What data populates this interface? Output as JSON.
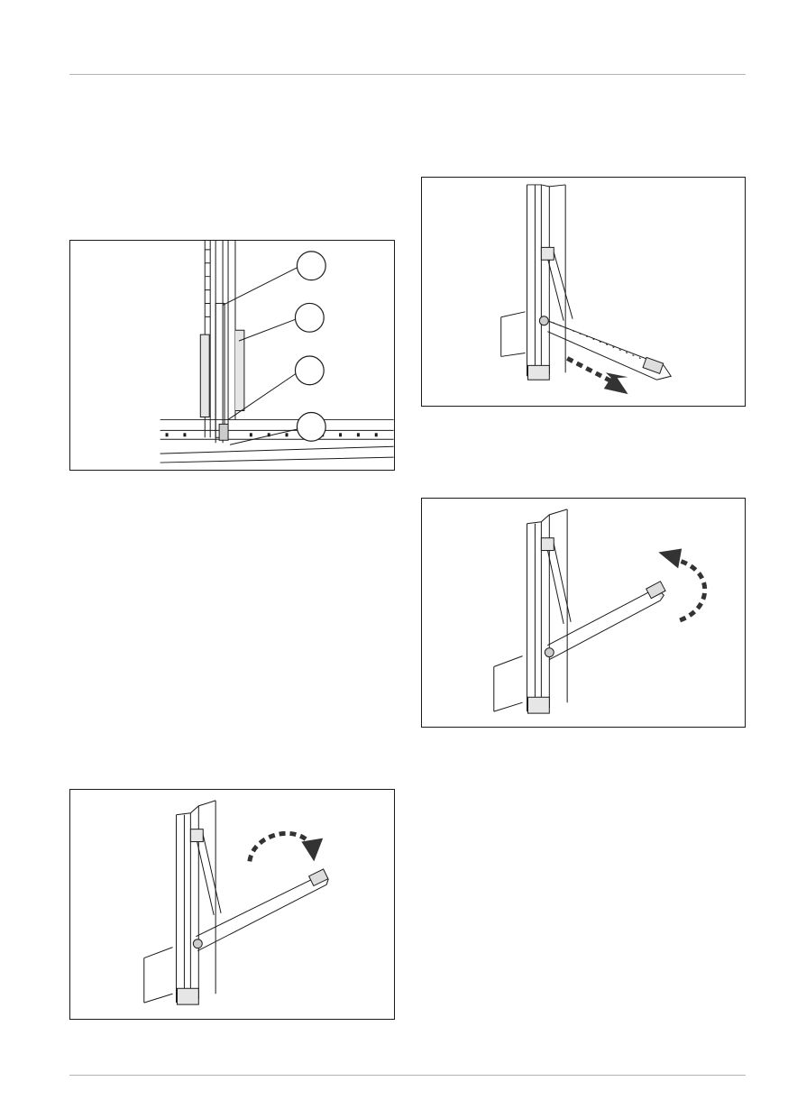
{
  "page": {
    "header_rule": true,
    "footer_rule": true
  },
  "figures": [
    {
      "id": "fig-rail-detail",
      "callouts": [
        "",
        "",
        "",
        ""
      ]
    },
    {
      "id": "fig-arm-pull-out",
      "arrow": "straight-down-right"
    },
    {
      "id": "fig-arm-rotate-up",
      "arrow": "curved-up"
    },
    {
      "id": "fig-arm-rotate-down",
      "arrow": "curved-down"
    }
  ],
  "colors": {
    "line": "#1a1a1a",
    "arrow": "#333333",
    "rule": "#b5b5b5",
    "rail_fill": "#e6e6e6"
  }
}
